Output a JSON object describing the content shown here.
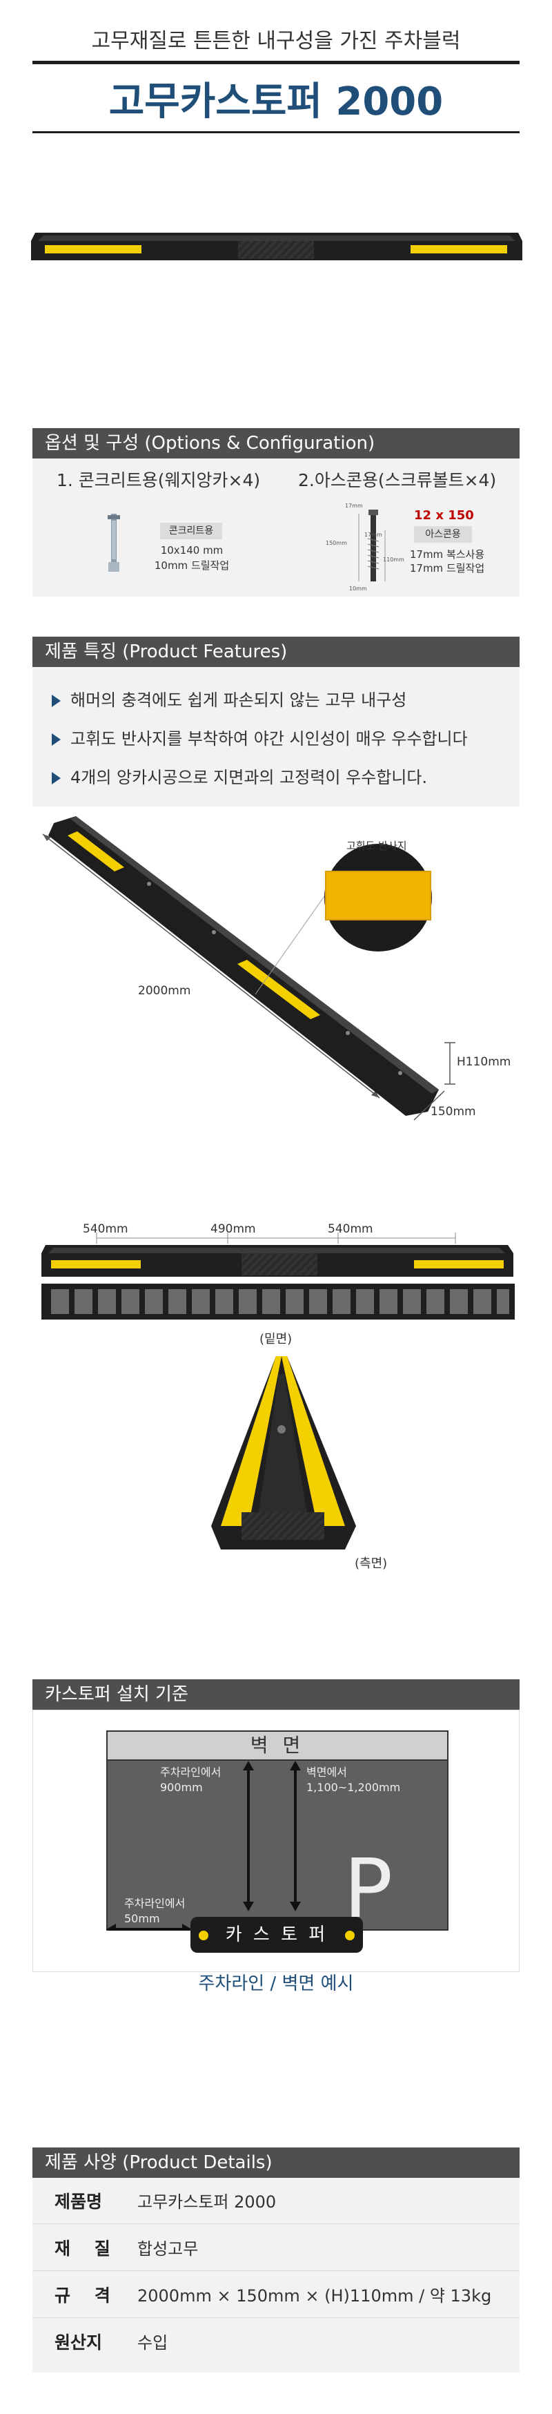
{
  "header": {
    "subtitle": "고무재질로 튼튼한 내구성을 가진 주차블럭",
    "title": "고무카스토퍼 2000"
  },
  "options": {
    "heading": "옵션 및 구성 (Options & Configuration)",
    "concrete": {
      "title": "1. 콘크리트용(웨지앙카×4)",
      "tag": "콘크리트용",
      "line1": "10x140 mm",
      "line2": "10mm 드릴작업"
    },
    "asphalt": {
      "title": "2.아스콘용(스크류볼트×4)",
      "size": "12 x 150",
      "tag": "아스콘용",
      "line1": "17mm 복스사용",
      "line2": "17mm 드릴작업",
      "dim_top": "17mm",
      "dim_side1": "150mm",
      "dim_side2": "110mm",
      "dim_bottom": "10mm",
      "dim_mid": "17mm"
    }
  },
  "features": {
    "heading": "제품 특징 (Product Features)",
    "items": [
      "해머의 충격에도 쉽게 파손되지 않는 고무 내구성",
      "고휘도 반사지를 부착하여 야간 시인성이 매우 우수합니다",
      "4개의 앙카시공으로 지면과의 고정력이 우수합니다."
    ]
  },
  "diagram": {
    "reflector_label": "고휘도 반사지",
    "length_label": "2000mm",
    "height_label": "H110mm",
    "width_label": "150mm",
    "spacing": [
      "540mm",
      "490mm",
      "540mm"
    ],
    "bottom_caption": "(밑면)",
    "side_caption": "(측면)"
  },
  "install": {
    "heading": "카스토퍼 설치 기준",
    "wall": "벽 면",
    "line_to_top": "주차라인에서\n900mm",
    "wall_to": "벽면에서\n1,100~1,200mm",
    "line_side": "주차라인에서\n50mm",
    "stopper": "카 스 토 퍼",
    "parking": "P",
    "caption": "주차라인 / 벽면 예시"
  },
  "details": {
    "heading": "제품 사양 (Product Details)",
    "rows": [
      {
        "key": "제품명",
        "value": "고무카스토퍼 2000"
      },
      {
        "key": "재    질",
        "value": "합성고무"
      },
      {
        "key": "규    격",
        "value": "2000mm × 150mm × (H)110mm / 약 13kg"
      },
      {
        "key": "원산지",
        "value": "수입"
      }
    ]
  },
  "colors": {
    "navy": "#1f4e79",
    "yellow": "#f5d000",
    "dark_bar": "#4f4f4f",
    "panel": "#f2f2f2",
    "asphalt_red": "#c00000"
  }
}
